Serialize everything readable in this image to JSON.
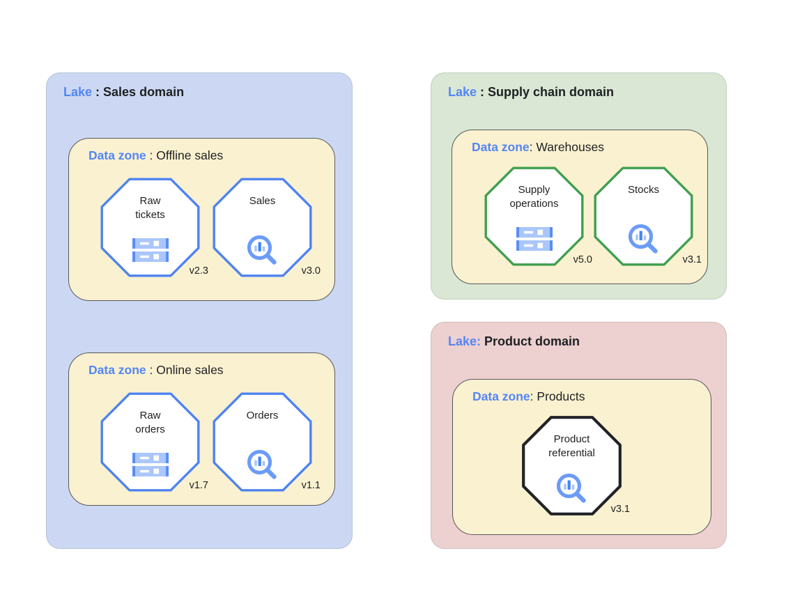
{
  "diagram": {
    "lakes": [
      {
        "label": "Lake",
        "separator": " : ",
        "name": "Sales domain",
        "zones": [
          {
            "label": "Data zone",
            "separator": " : ",
            "name": "Offline sales",
            "nodes": [
              {
                "name": "Raw tickets",
                "version": "v2.3",
                "icon": "storage-servers-icon",
                "border_color": "#4e83f0"
              },
              {
                "name": "Sales",
                "version": "v3.0",
                "icon": "search-insights-icon",
                "border_color": "#4e83f0"
              }
            ]
          },
          {
            "label": "Data zone",
            "separator": " : ",
            "name": "Online sales",
            "nodes": [
              {
                "name": "Raw orders",
                "version": "v1.7",
                "icon": "storage-servers-icon",
                "border_color": "#4e83f0"
              },
              {
                "name": "Orders",
                "version": "v1.1",
                "icon": "search-insights-icon",
                "border_color": "#4e83f0"
              }
            ]
          }
        ]
      },
      {
        "label": "Lake",
        "separator": " : ",
        "name": "Supply chain domain",
        "zones": [
          {
            "label": "Data zone",
            "separator": ": ",
            "name": "Warehouses",
            "nodes": [
              {
                "name": "Supply operations",
                "version": "v5.0",
                "icon": "storage-servers-icon",
                "border_color": "#3f9f4e"
              },
              {
                "name": "Stocks",
                "version": "v3.1",
                "icon": "search-insights-icon",
                "border_color": "#3f9f4e"
              }
            ]
          }
        ]
      },
      {
        "label": "Lake:",
        "separator": " ",
        "name": "Product domain",
        "zones": [
          {
            "label": "Data zone",
            "separator": ": ",
            "name": "Products",
            "nodes": [
              {
                "name": "Product referential",
                "version": "v3.1",
                "icon": "search-insights-icon",
                "border_color": "#212226"
              }
            ]
          }
        ]
      }
    ],
    "colors": {
      "lake_sales_bg": "#ccd8f3",
      "lake_supply_bg": "#d9e7d4",
      "lake_product_bg": "#edd0d0",
      "zone_bg": "#faf1d0",
      "zone_border": "#56575b",
      "keyword_blue": "#5486f4",
      "text_black": "#1e2022",
      "octagon_blue": "#4e83f0",
      "octagon_green": "#3f9f4e",
      "octagon_black": "#212226",
      "icon_light_blue": "#aac7fb",
      "icon_mid_blue": "#5b8df5",
      "icon_dark_blue": "#4285f4",
      "magnifier_blue": "#6c9bf8"
    }
  }
}
